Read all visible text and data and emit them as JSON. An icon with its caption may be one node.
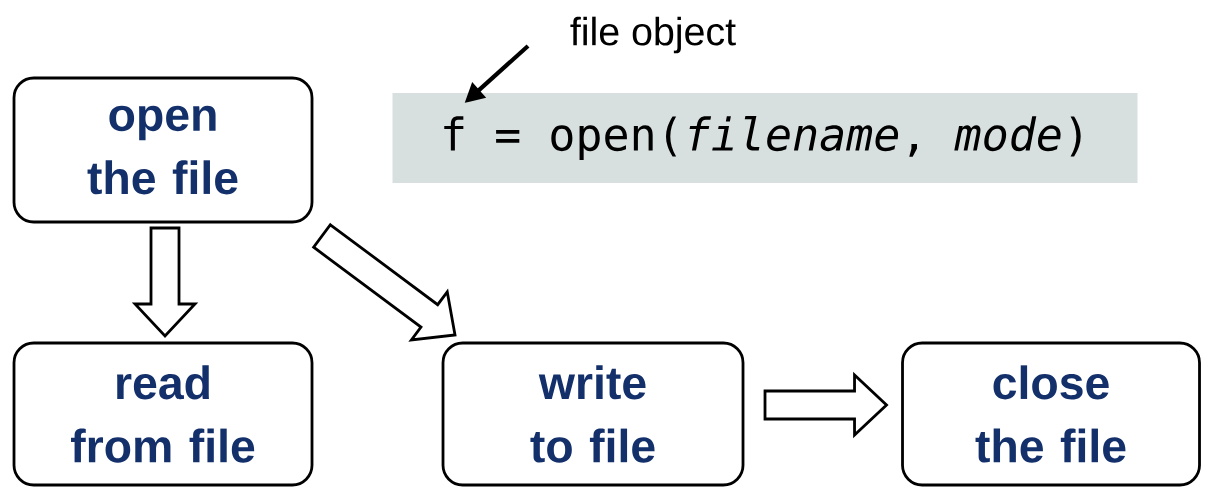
{
  "diagram": {
    "nodes": [
      {
        "text": [
          "open the file"
        ]
      },
      {
        "text": [
          "read from file"
        ]
      },
      {
        "text": [
          "write to file"
        ]
      },
      {
        "text": [
          "close the file"
        ]
      },
      {
        "text": [
          "file object"
        ]
      },
      {
        "text": [
          "f = open(*filename*, *mode*)"
        ]
      }
    ],
    "edges": [
      {
        "from": 0,
        "to": 1,
        "arrow": "to"
      },
      {
        "from": 0,
        "to": 2,
        "arrow": "to"
      },
      {
        "from": 2,
        "to": 3,
        "arrow": "to"
      },
      {
        "from": 4,
        "to": 5,
        "arrow": "to"
      }
    ]
  }
}
